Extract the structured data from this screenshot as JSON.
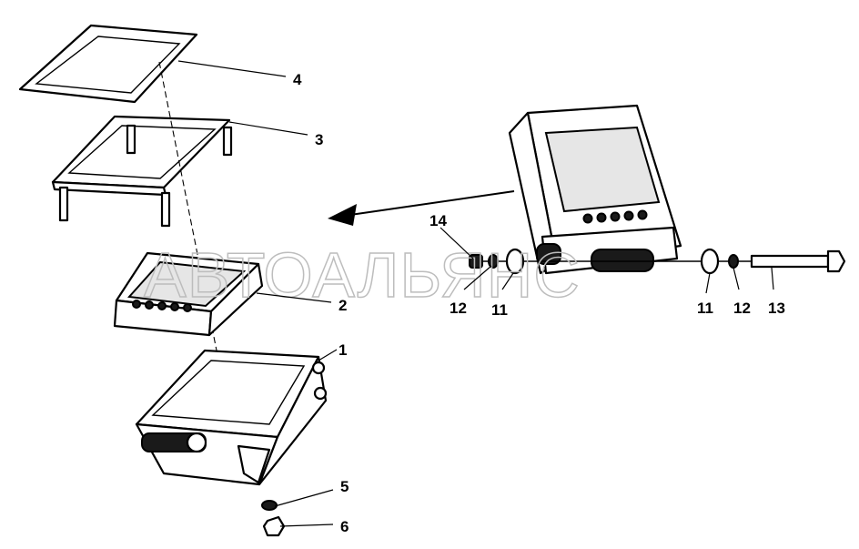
{
  "watermark": "АВТОАЛЬЯНС",
  "callouts": {
    "c1": "1",
    "c2": "2",
    "c3": "3",
    "c4": "4",
    "c5": "5",
    "c6": "6",
    "c11a": "11",
    "c11b": "11",
    "c12a": "12",
    "c12b": "12",
    "c13": "13",
    "c14": "14"
  },
  "colors": {
    "line": "#000000",
    "watermark": "#bdbdbd",
    "background": "#ffffff"
  }
}
